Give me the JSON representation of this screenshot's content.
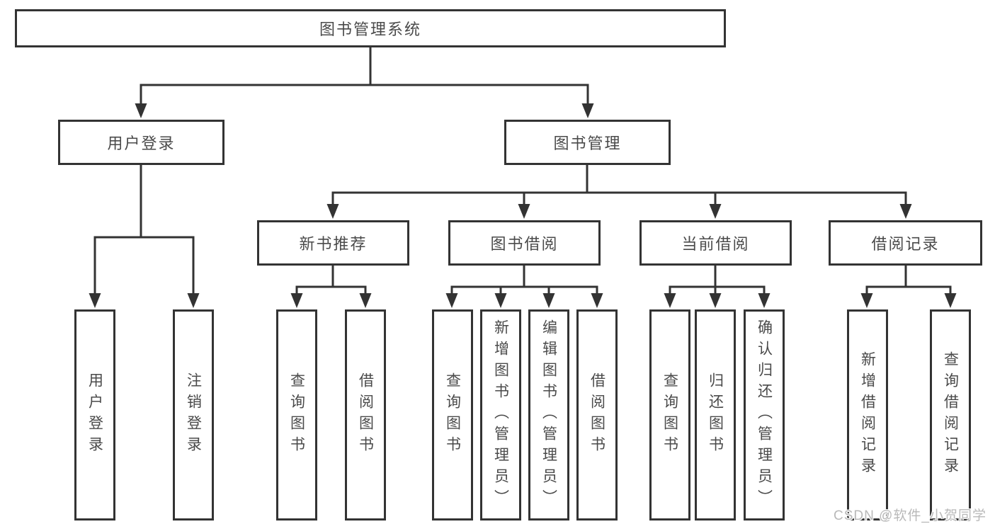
{
  "tree": {
    "label": "图书管理系统",
    "children": [
      {
        "label": "用户登录",
        "children": [
          {
            "label": "用户登录"
          },
          {
            "label": "注销登录"
          }
        ]
      },
      {
        "label": "图书管理",
        "children": [
          {
            "label": "新书推荐",
            "children": [
              {
                "label": "查询图书"
              },
              {
                "label": "借阅图书"
              }
            ]
          },
          {
            "label": "图书借阅",
            "children": [
              {
                "label": "查询图书"
              },
              {
                "label": "新增图书（管理员）"
              },
              {
                "label": "编辑图书（管理员）"
              },
              {
                "label": "借阅图书"
              }
            ]
          },
          {
            "label": "当前借阅",
            "children": [
              {
                "label": "查询图书"
              },
              {
                "label": "归还图书"
              },
              {
                "label": "确认归还（管理员）"
              }
            ]
          },
          {
            "label": "借阅记录",
            "children": [
              {
                "label": "新增借阅记录"
              },
              {
                "label": "查询借阅记录"
              }
            ]
          }
        ]
      }
    ]
  },
  "watermark": {
    "text": "CSDN @软件_小贺同学"
  },
  "colors": {
    "line": "#333333",
    "box_border": "#333333",
    "text": "#4a4a4a",
    "watermark": "#b9b9b9",
    "background": "#ffffff"
  }
}
